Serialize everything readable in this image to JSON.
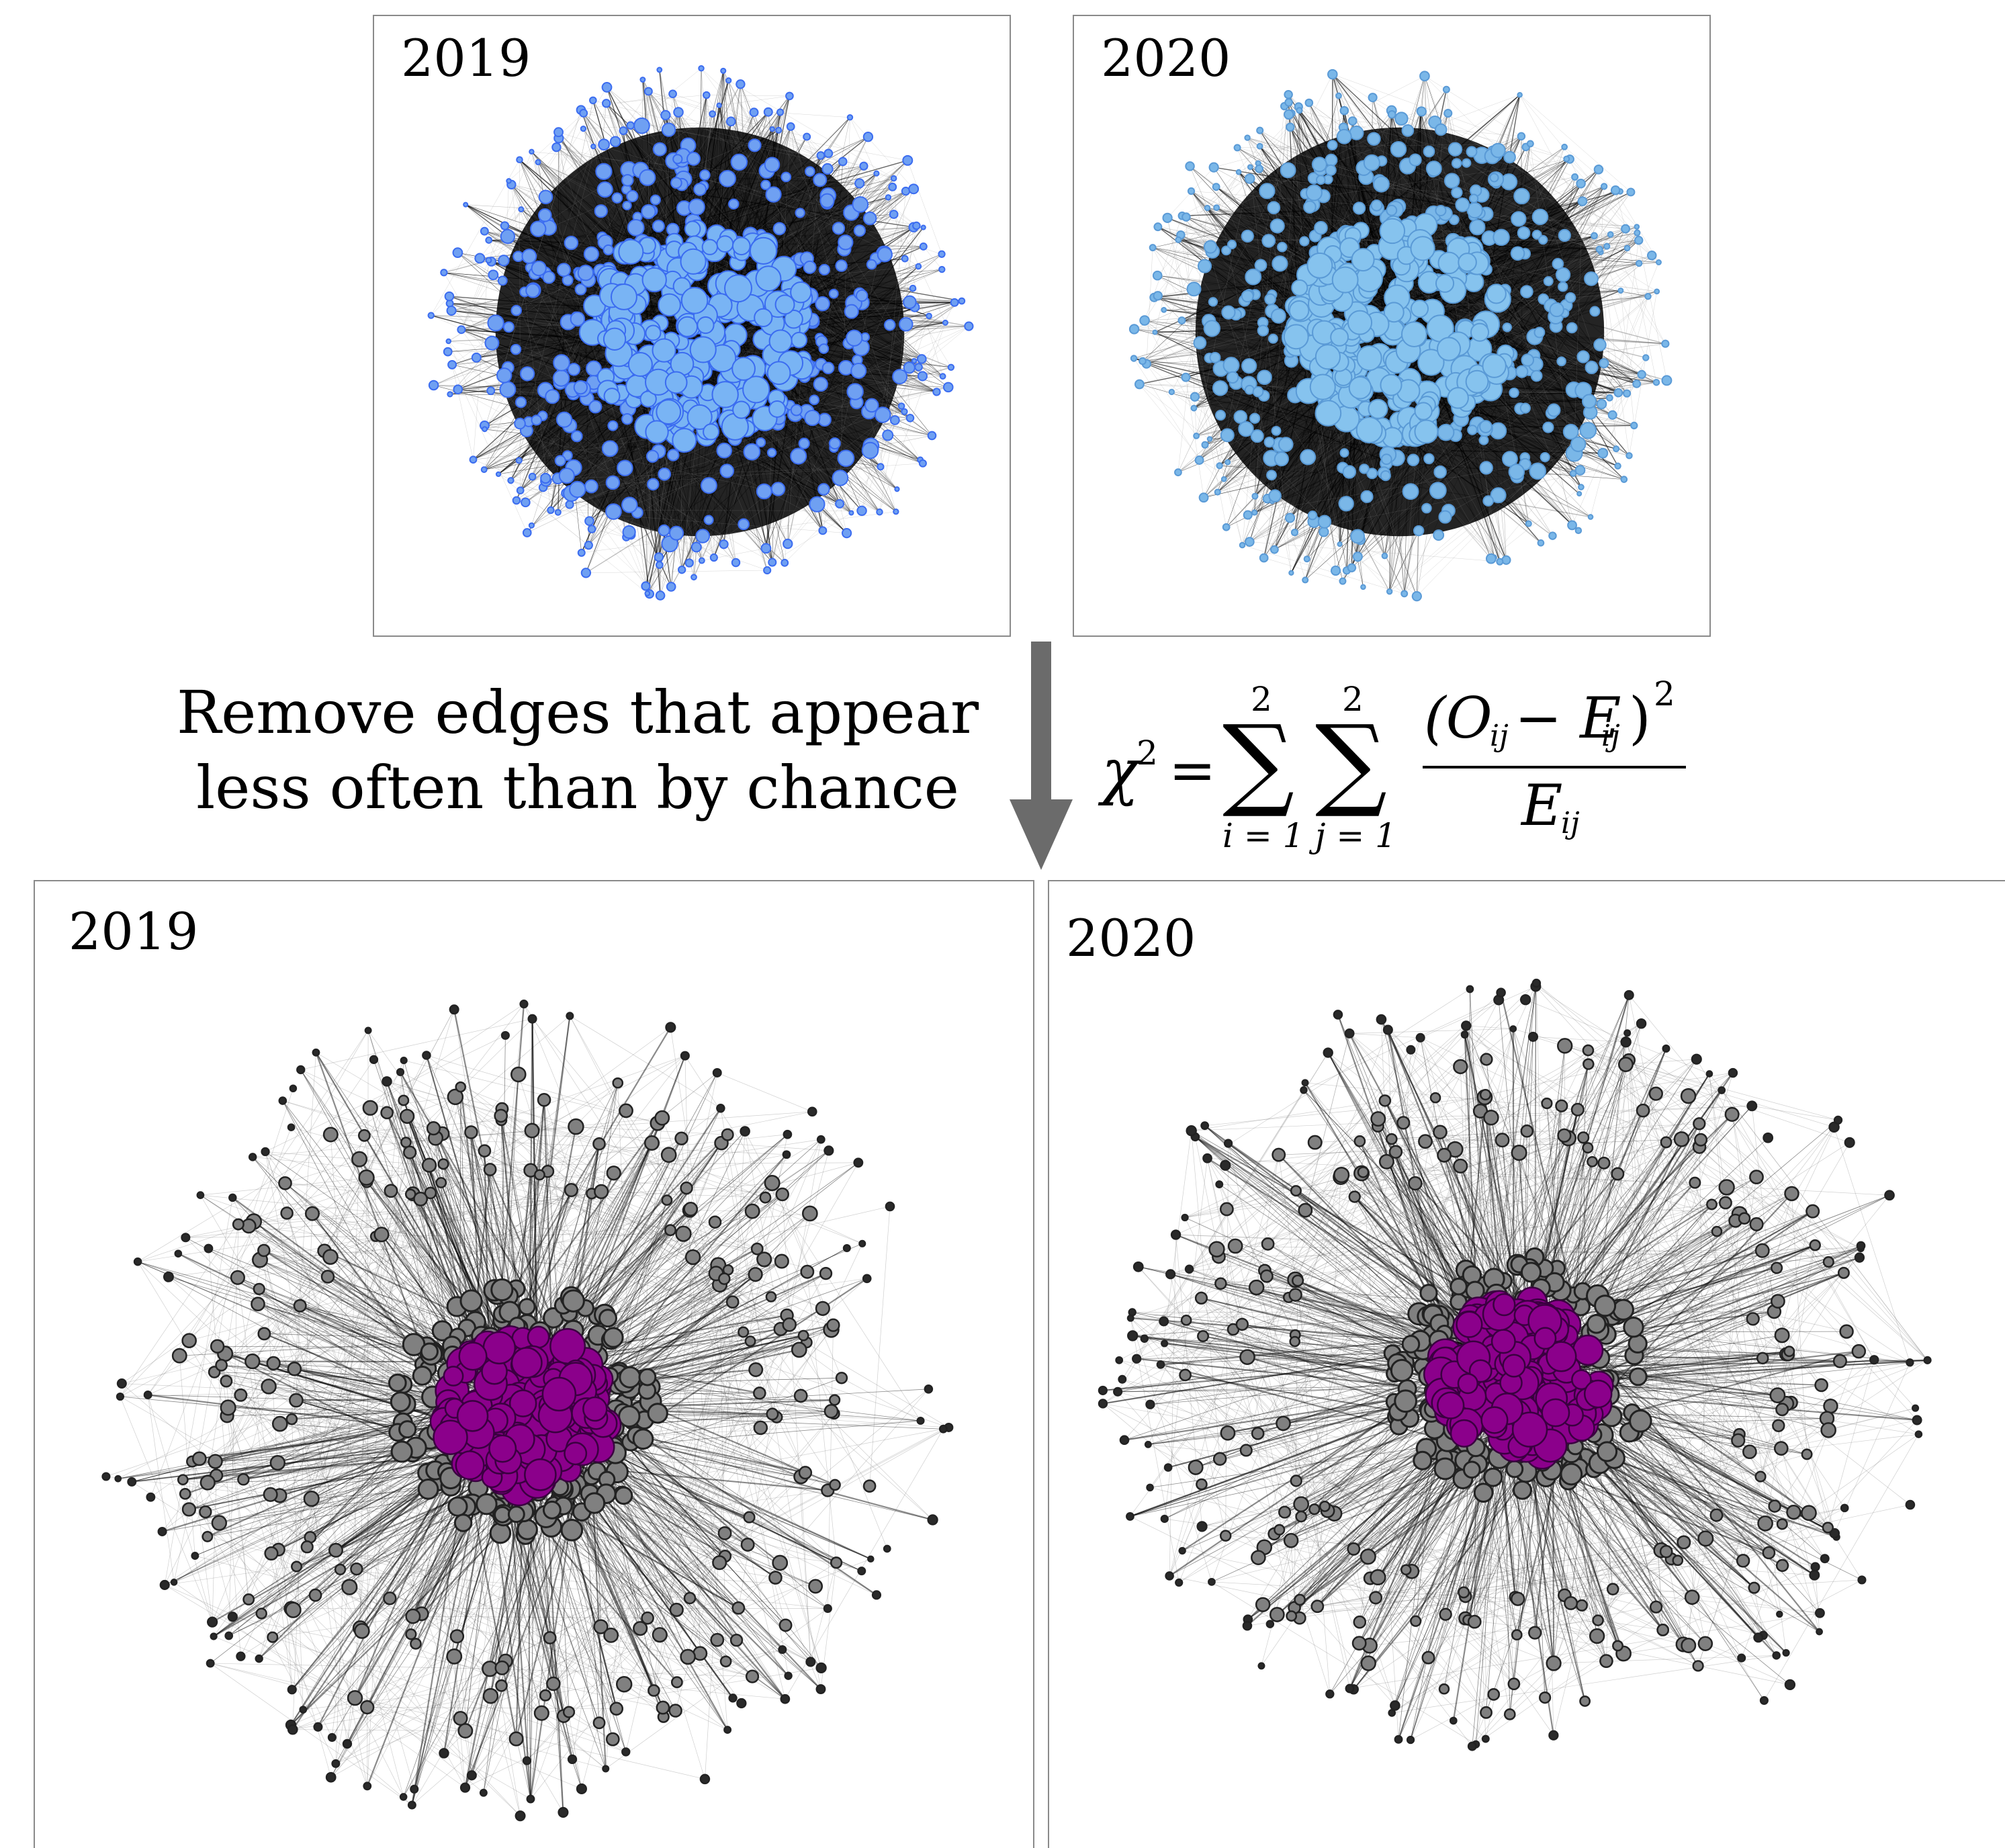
{
  "top_panels": [
    {
      "year": "2019",
      "node_color": "#3b6cf0",
      "node_fill": "#6fa0f2",
      "core_fill": "#79b4f4"
    },
    {
      "year": "2020",
      "node_color": "#5a9ad6",
      "node_fill": "#7ab7e8",
      "core_fill": "#86c3ee"
    }
  ],
  "bottom_panels": [
    {
      "year": "2019",
      "core_color": "#8b008b",
      "mid_color": "#808080",
      "outer_color": "#2a2a2a"
    },
    {
      "year": "2020",
      "core_color": "#8b008b",
      "mid_color": "#808080",
      "outer_color": "#2a2a2a"
    }
  ],
  "caption": {
    "line1": "Remove edges that appear",
    "line2": "less often than by chance"
  },
  "formula": {
    "lhs": "χ",
    "lhs_exp": "2",
    "equals": "=",
    "sum_sign": "∑",
    "upper_limit": "2",
    "lower_limit_i": "i = 1",
    "lower_limit_j": "j = 1",
    "numerator": "(O",
    "numerator_sub_o": "ij",
    "minus": " − E",
    "numerator_sub_e": "ij",
    "close_paren": ")",
    "numerator_exp": "2",
    "denominator": "E",
    "denominator_sub": "ij"
  },
  "arrow_color": "#6b6b6b"
}
